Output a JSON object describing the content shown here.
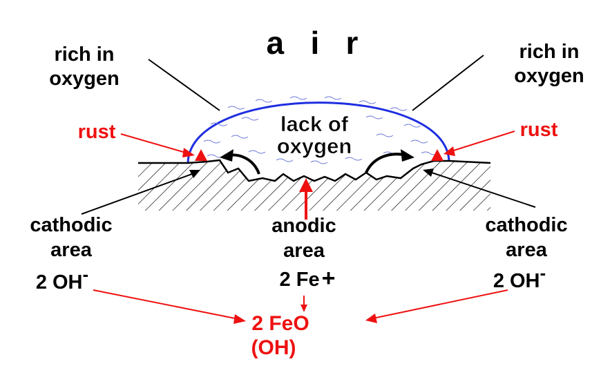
{
  "title": "a   i   r",
  "labels": {
    "rich_left_1": "rich in",
    "rich_left_2": "oxygen",
    "rich_right_1": "rich in",
    "rich_right_2": "oxygen",
    "lack_1": "lack of",
    "lack_2": "oxygen",
    "rust_left": "rust",
    "rust_right": "rust",
    "cathodic_left_1": "cathodic",
    "cathodic_left_2": "area",
    "anodic_1": "anodic",
    "anodic_2": "area",
    "cathodic_right_1": "cathodic",
    "cathodic_right_2": "area"
  },
  "formulas": {
    "oh_left": "2 OH",
    "oh_left_sup": "-",
    "fe": "2 Fe",
    "fe_sup": "+",
    "oh_right": "2 OH",
    "oh_right_sup": "-",
    "product_1": "2 FeO",
    "product_2": "(OH)"
  },
  "colors": {
    "black": "#000000",
    "red": "#ee1111",
    "drop_outline": "#1e2ee0",
    "water_lines": "#6a78d8"
  }
}
